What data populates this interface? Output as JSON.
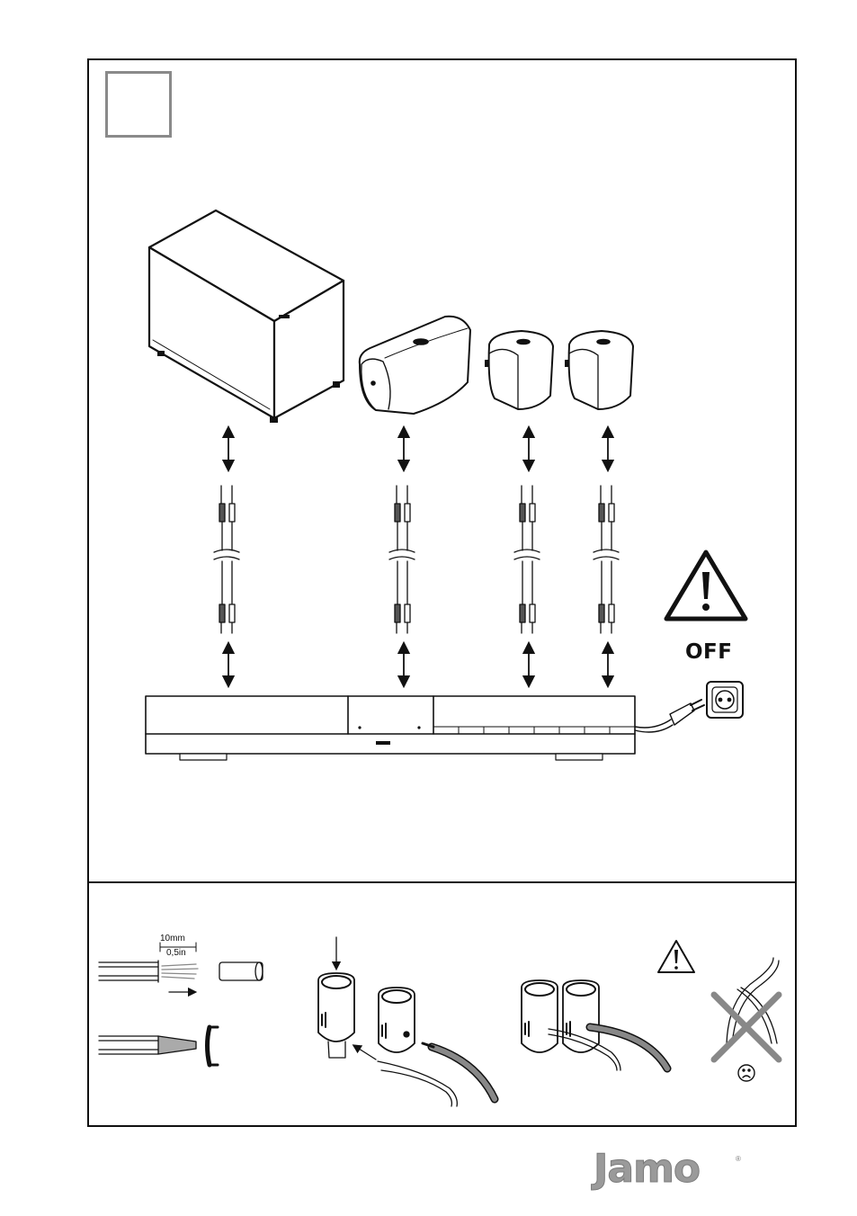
{
  "main_section": {
    "warning_label": "OFF"
  },
  "wire_prep": {
    "strip_length_mm": "10mm",
    "strip_length_in": "0,5in"
  },
  "footer": {
    "brand": "Jamo",
    "registered_mark": "®"
  },
  "icons": [
    "warning-triangle-icon",
    "power-plug-icon",
    "wall-socket-icon",
    "sad-face-icon",
    "cross-out-icon",
    "double-arrow-icon"
  ]
}
